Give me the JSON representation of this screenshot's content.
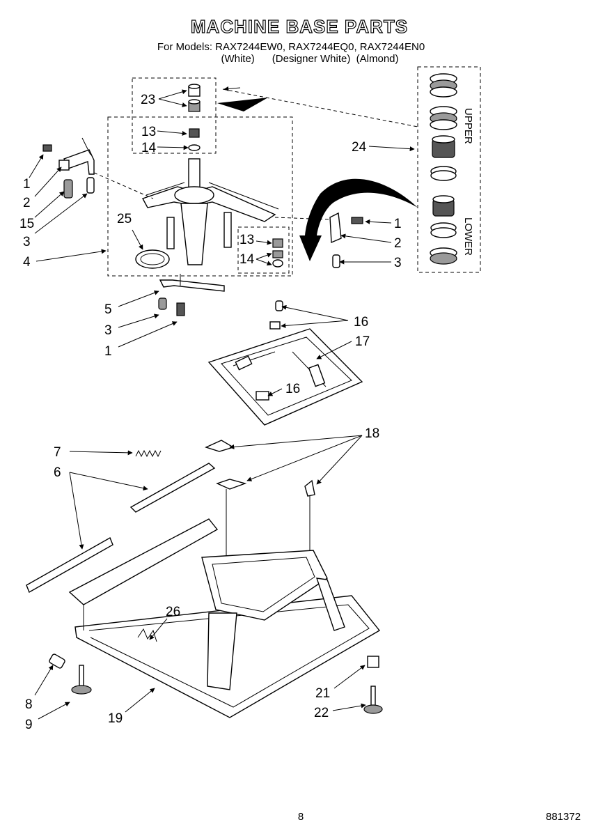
{
  "header": {
    "title": "MACHINE BASE PARTS",
    "models_line": "For Models: RAX7244EW0, RAX7244EQ0, RAX7244EN0",
    "colors_line": "(White)      (Designer White)  (Almond)"
  },
  "kit_labels": {
    "upper": "UPPER",
    "lower": "LOWER"
  },
  "callouts": {
    "c23": "23",
    "c13a": "13",
    "c14a": "14",
    "c24": "24",
    "c1a": "1",
    "c2a": "2",
    "c15": "15",
    "c3a": "3",
    "c4": "4",
    "c25": "25",
    "c13b": "13",
    "c14b": "14",
    "c1b": "1",
    "c2b": "2",
    "c3b": "3",
    "c5": "5",
    "c3c": "3",
    "c1c": "1",
    "c16a": "16",
    "c17": "17",
    "c16b": "16",
    "c7": "7",
    "c6": "6",
    "c18": "18",
    "c26": "26",
    "c8": "8",
    "c9": "9",
    "c19": "19",
    "c21": "21",
    "c22": "22"
  },
  "footer": {
    "page_number": "8",
    "doc_number": "881372"
  }
}
